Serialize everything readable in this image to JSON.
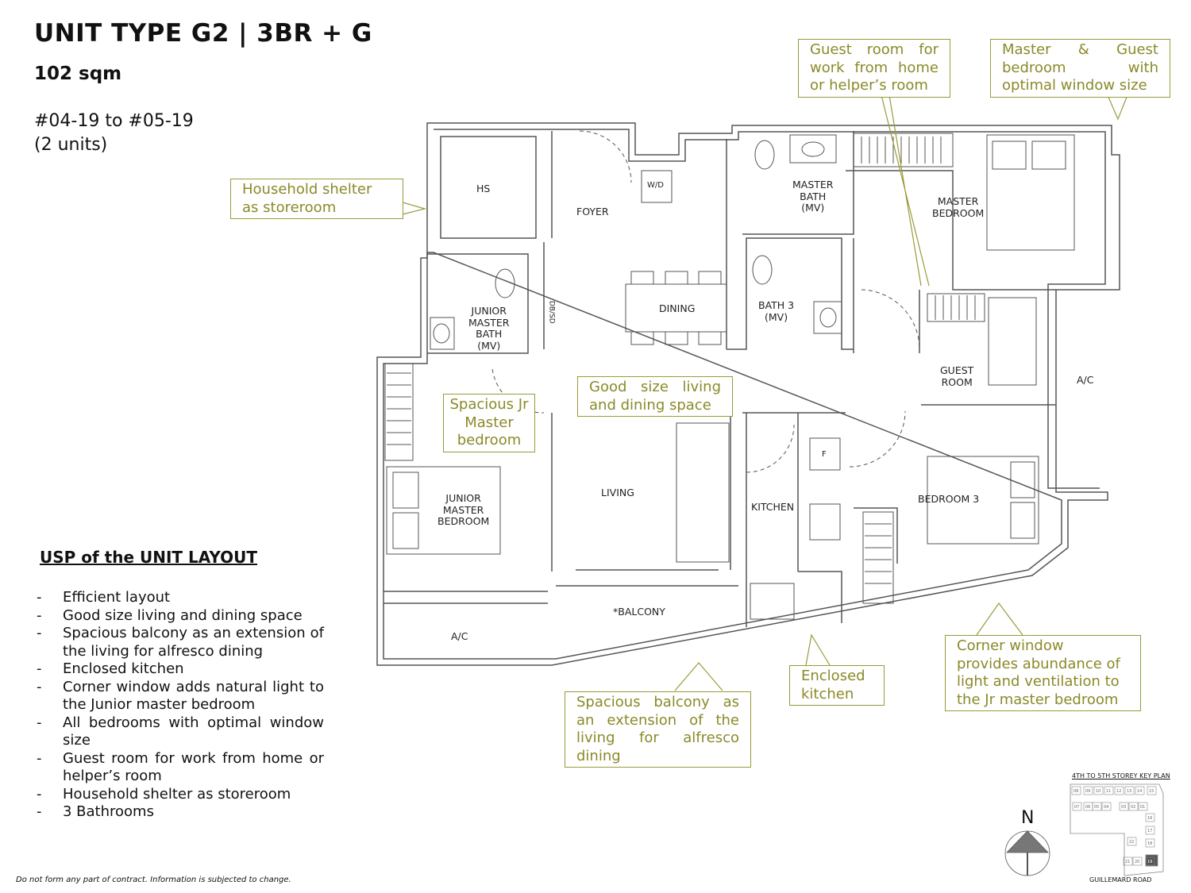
{
  "header": {
    "title": "UNIT TYPE G2 | 3BR + G",
    "area": "102 sqm",
    "units_range": "#04-19 to #05-19",
    "units_count": "(2 units)"
  },
  "usp": {
    "heading": "USP of the UNIT LAYOUT",
    "items": [
      "Efficient layout",
      "Good size living and dining space",
      "Spacious balcony as an extension of the living for alfresco dining",
      "Enclosed kitchen",
      "Corner window adds natural light to the Junior master bedroom",
      "All bedrooms with optimal window size",
      "Guest room for work from home or helper’s room",
      "Household shelter as storeroom",
      "3 Bathrooms"
    ]
  },
  "callouts": {
    "guest_room": "Guest room for work from home or helper’s room",
    "master_guest": "Master & Guest bedroom with optimal window size",
    "household_shelter": "Household shelter as storeroom",
    "jr_master": "Spacious Jr Master bedroom",
    "living_dining": "Good size living and dining space",
    "balcony": "Spacious balcony as an extension of the living for alfresco dining",
    "kitchen": "Enclosed kitchen",
    "corner_window": "Corner window provides abundance of light and ventilation to the Jr master bedroom"
  },
  "rooms": {
    "hs": "HS",
    "foyer": "FOYER",
    "wd": "W/D",
    "master_bath": [
      "MASTER",
      "BATH",
      "(MV)"
    ],
    "master_bedroom": [
      "MASTER",
      "BEDROOM"
    ],
    "dining": "DINING",
    "bath3": [
      "BATH 3",
      "(MV)"
    ],
    "jr_master_bath": [
      "JUNIOR",
      "MASTER",
      "BATH",
      "(MV)"
    ],
    "dbsd": "DB/SD",
    "guest_room": [
      "GUEST",
      "ROOM"
    ],
    "ac_right": "A/C",
    "living": "LIVING",
    "kitchen": "KITCHEN",
    "fridge": "F",
    "bedroom3": "BEDROOM 3",
    "jr_master_bedroom": [
      "JUNIOR",
      "MASTER",
      "BEDROOM"
    ],
    "balcony": "*BALCONY",
    "ac_left": "A/C"
  },
  "key_plan": {
    "title": "4TH TO 5TH STOREY KEY PLAN",
    "road": "GUILLEMARD ROAD",
    "north": "N",
    "units": [
      "08",
      "09",
      "10",
      "11",
      "12",
      "13",
      "14",
      "15",
      "07",
      "06",
      "05",
      "04",
      "03",
      "02",
      "01",
      "16",
      "17",
      "18",
      "22",
      "21",
      "20",
      "19"
    ],
    "highlight": "19"
  },
  "footer": {
    "disclaimer": "Do not form any part of contract. Information is subjected to change."
  },
  "colors": {
    "callout": "#8a8a2a",
    "wall": "#555555",
    "highlight": "#555555"
  }
}
